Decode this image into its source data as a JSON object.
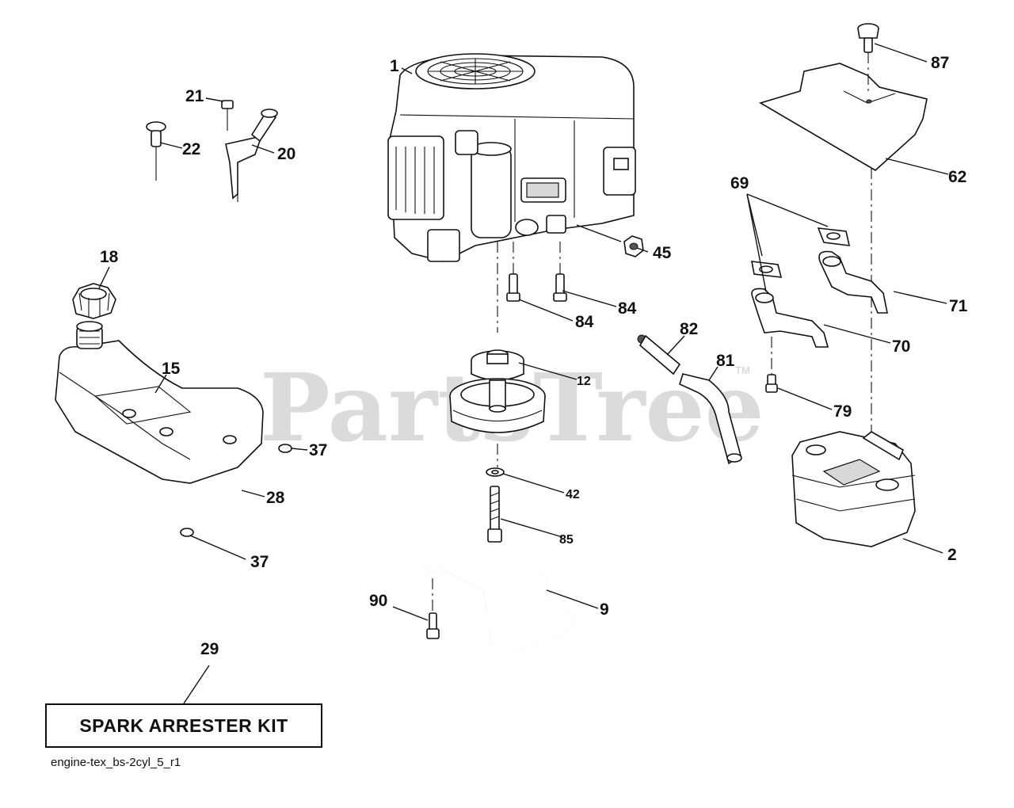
{
  "watermark": {
    "text": "PartsTree",
    "mark": "TM"
  },
  "callouts": {
    "c1": "1",
    "c2": "2",
    "c9": "9",
    "c12": "12",
    "c15": "15",
    "c18": "18",
    "c20": "20",
    "c21": "21",
    "c22": "22",
    "c28": "28",
    "c29": "29",
    "c37a": "37",
    "c37b": "37",
    "c42": "42",
    "c45": "45",
    "c62": "62",
    "c69": "69",
    "c70": "70",
    "c71": "71",
    "c79": "79",
    "c81": "81",
    "c82": "82",
    "c84a": "84",
    "c84b": "84",
    "c85": "85",
    "c87": "87",
    "c90": "90"
  },
  "kit_label": "SPARK ARRESTER KIT",
  "drawing_code": "engine-tex_bs-2cyl_5_r1",
  "parts": {
    "engine": "engine-icon",
    "muffler": "muffler-icon",
    "fuel_tank": "fuel-tank-icon",
    "fuel_cap": "fuel-cap-icon",
    "pulley": "pulley-icon",
    "heat_shield": "heat-shield-icon",
    "exhaust_pipes": "exhaust-pipe-icon",
    "fuel_line": "fuel-line-icon",
    "throttle_control": "throttle-control-icon",
    "bracket_rod": "bracket-rod-icon"
  }
}
